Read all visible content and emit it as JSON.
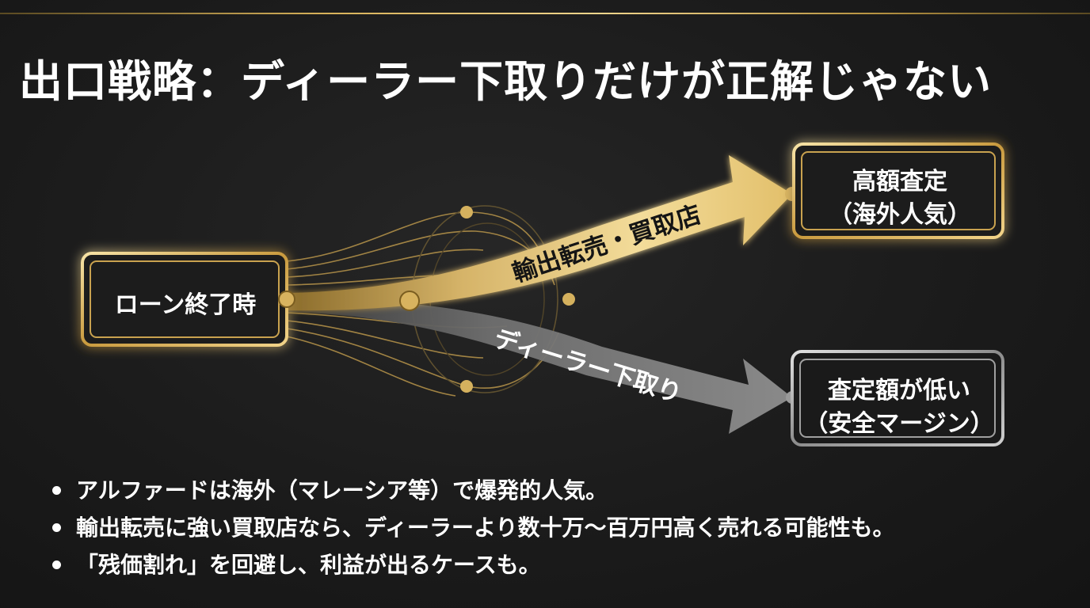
{
  "title": "出口戦略：ディーラー下取りだけが正解じゃない",
  "diagram": {
    "source_node": "ローン終了時",
    "gold_path": {
      "label": "輸出転売・買取店",
      "target_line1": "高額査定",
      "target_line2": "（海外人気）"
    },
    "gray_path": {
      "label": "ディーラー下取り",
      "target_line1": "査定額が低い",
      "target_line2": "（安全マージン）"
    }
  },
  "bullets": [
    "アルファードは海外（マレーシア等）で爆発的人気。",
    "輸出転売に強い買取店なら、ディーラーより数十万〜百万円高く売れる可能性も。",
    "「残価割れ」を回避し、利益が出るケースも。"
  ],
  "colors": {
    "background": "#1b1b1b",
    "gold": "#d9b45e",
    "gray": "#8a8a8a",
    "text": "#ffffff"
  }
}
